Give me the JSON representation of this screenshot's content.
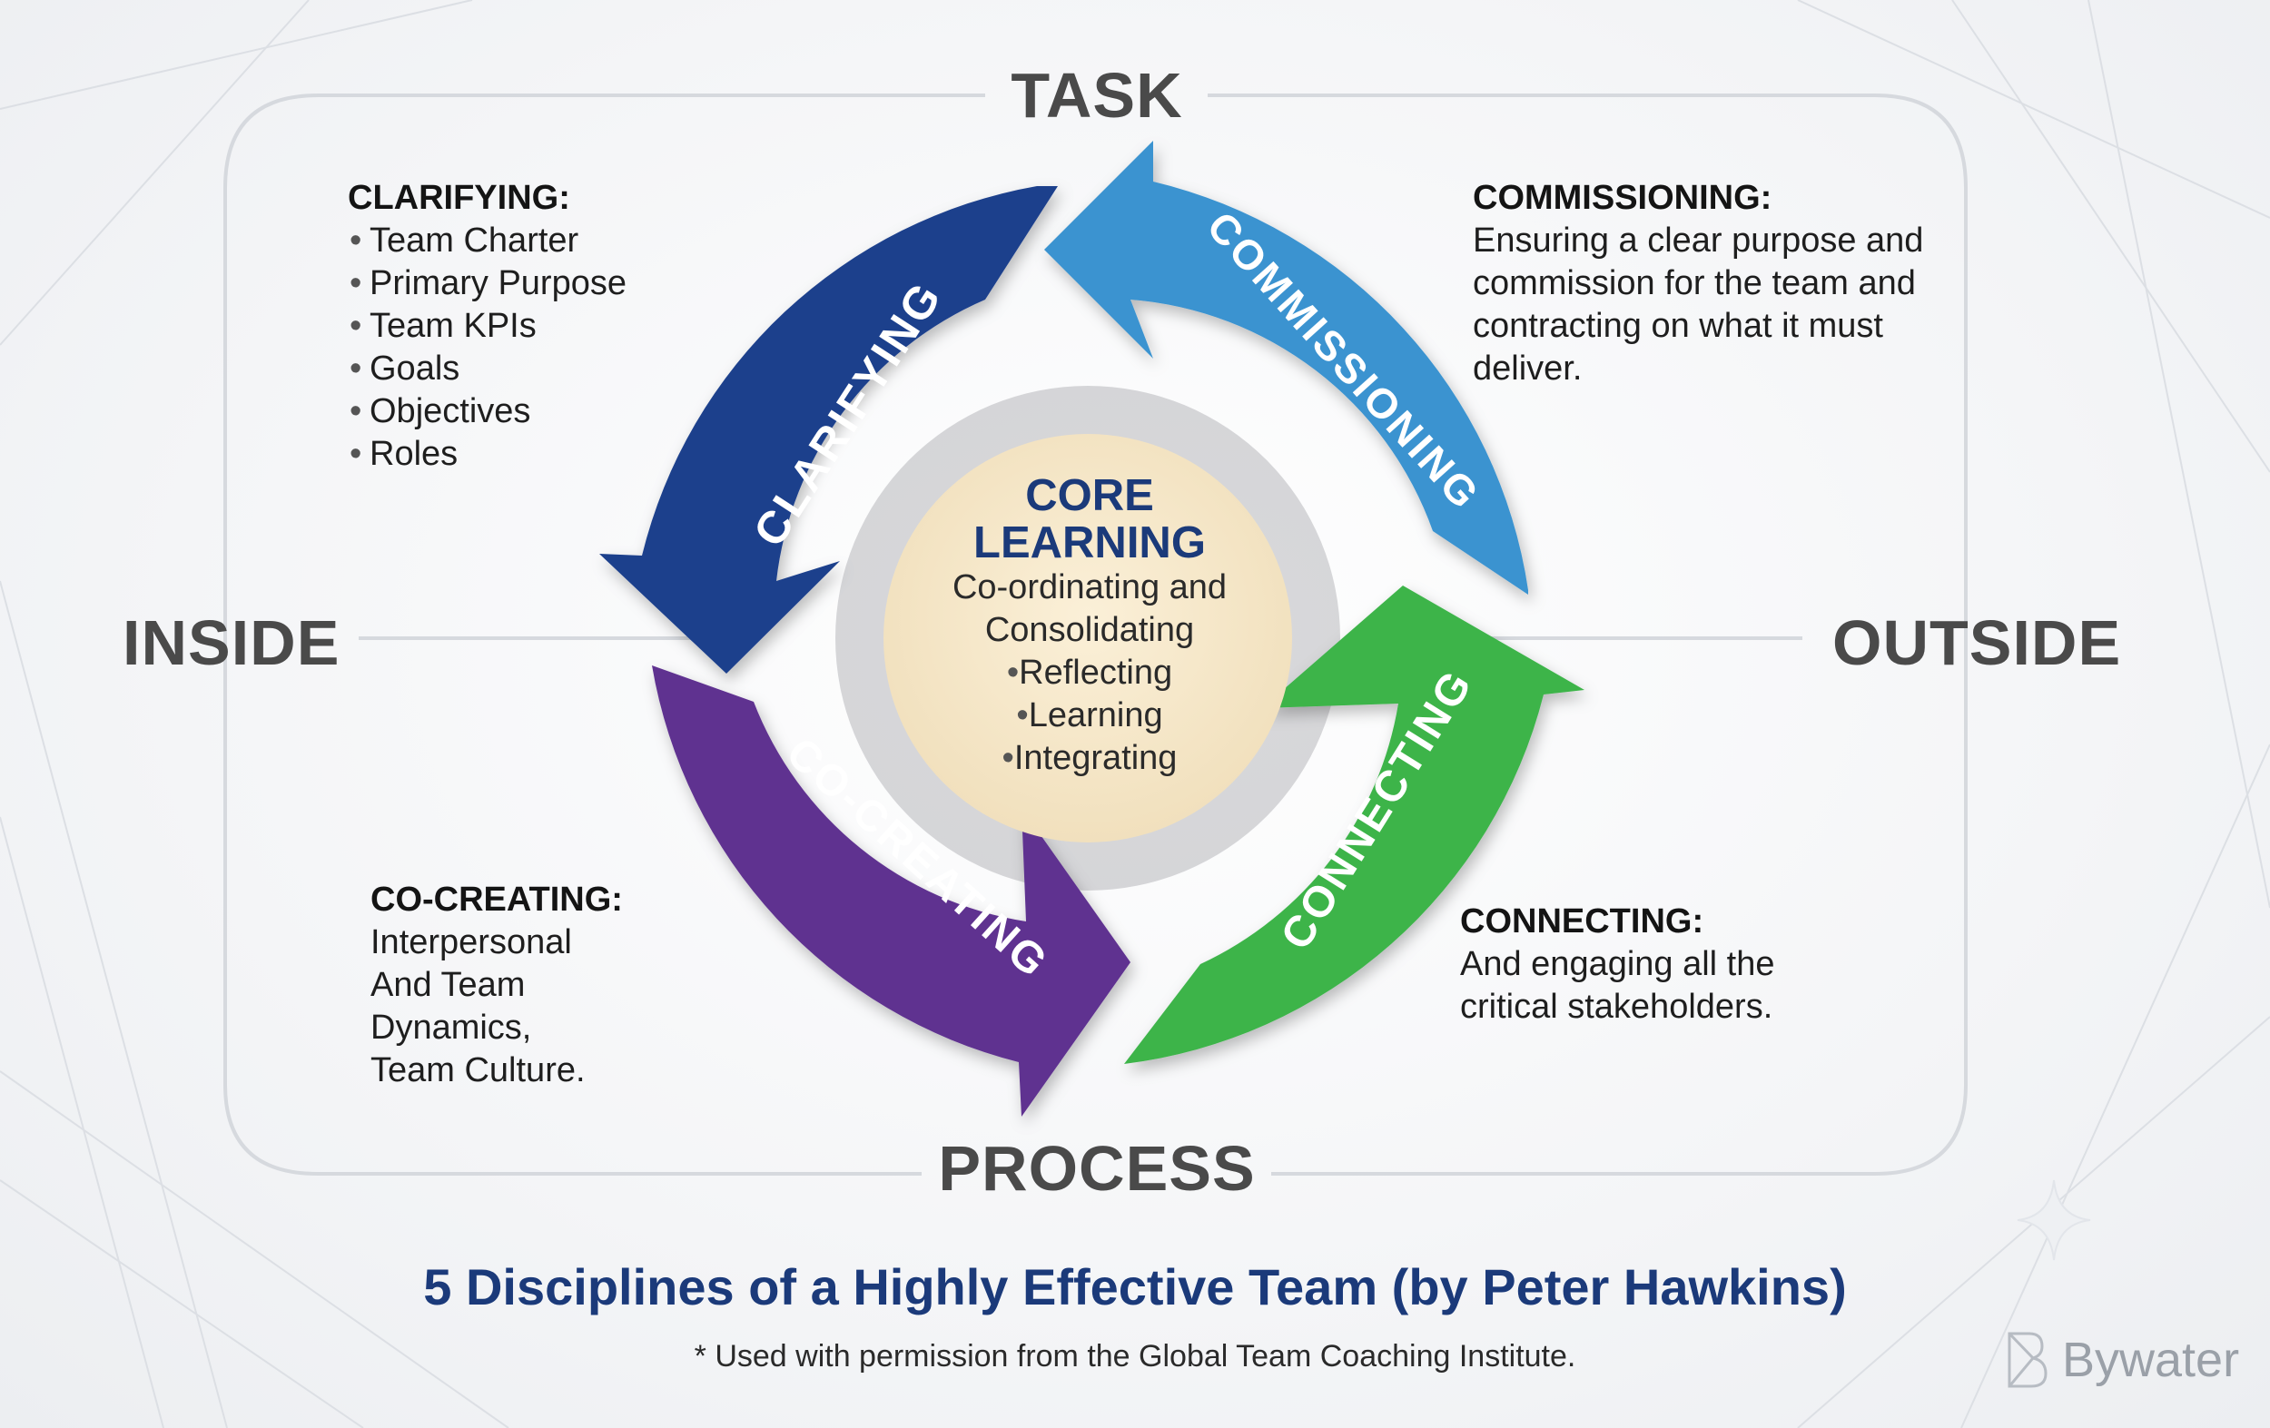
{
  "axes": {
    "top": "TASK",
    "bottom": "PROCESS",
    "left": "INSIDE",
    "right": "OUTSIDE"
  },
  "arrows": {
    "clarifying": {
      "label": "CLARIFYING",
      "color": "#1c3f8c"
    },
    "commissioning": {
      "label": "COMMISSIONING",
      "color": "#3a93d0"
    },
    "connecting": {
      "label": "CONNECTING",
      "color": "#3cb44a"
    },
    "cocreating": {
      "label": "CO-CREATING",
      "color": "#5f3090"
    }
  },
  "core": {
    "title_line1": "CORE",
    "title_line2": "LEARNING",
    "subtitle_line1": "Co-ordinating and",
    "subtitle_line2": "Consolidating",
    "items": [
      "Reflecting",
      "Learning",
      "Integrating"
    ]
  },
  "clarifying_block": {
    "heading": "CLARIFYING:",
    "items": [
      "Team Charter",
      "Primary Purpose",
      "Team KPIs",
      "Goals",
      "Objectives",
      "Roles"
    ]
  },
  "commissioning_block": {
    "heading": "COMMISSIONING:",
    "lines": [
      "Ensuring a clear purpose and",
      "commission for the team and",
      "contracting on what it must",
      "deliver."
    ]
  },
  "cocreating_block": {
    "heading": "CO-CREATING:",
    "lines": [
      "Interpersonal",
      "And Team",
      "Dynamics,",
      "Team Culture."
    ]
  },
  "connecting_block": {
    "heading": "CONNECTING:",
    "lines": [
      "And engaging all the",
      "critical stakeholders."
    ]
  },
  "title": "5 Disciplines of a Highly Effective Team (by Peter Hawkins)",
  "note": "* Used with permission from the Global Team Coaching Institute.",
  "brand": "Bywater",
  "brand_icon": "bywater-logo-icon"
}
